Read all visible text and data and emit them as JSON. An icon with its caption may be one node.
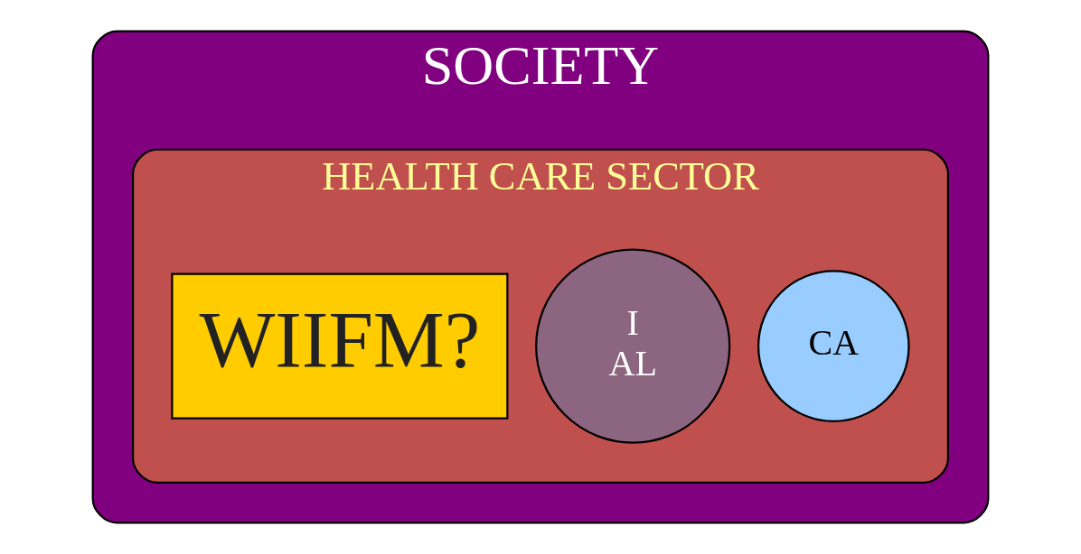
{
  "diagram": {
    "nodes": [
      {
        "text": [
          "SOCIETY"
        ]
      },
      {
        "text": [
          "HEALTH CARE SECTOR"
        ],
        "in": 0
      },
      {
        "text": [
          "CA"
        ],
        "in": 1
      },
      {
        "text": [
          "I",
          "AL"
        ],
        "in": 1
      },
      {
        "text": [
          "WIIFM?"
        ],
        "in": 1
      }
    ]
  }
}
